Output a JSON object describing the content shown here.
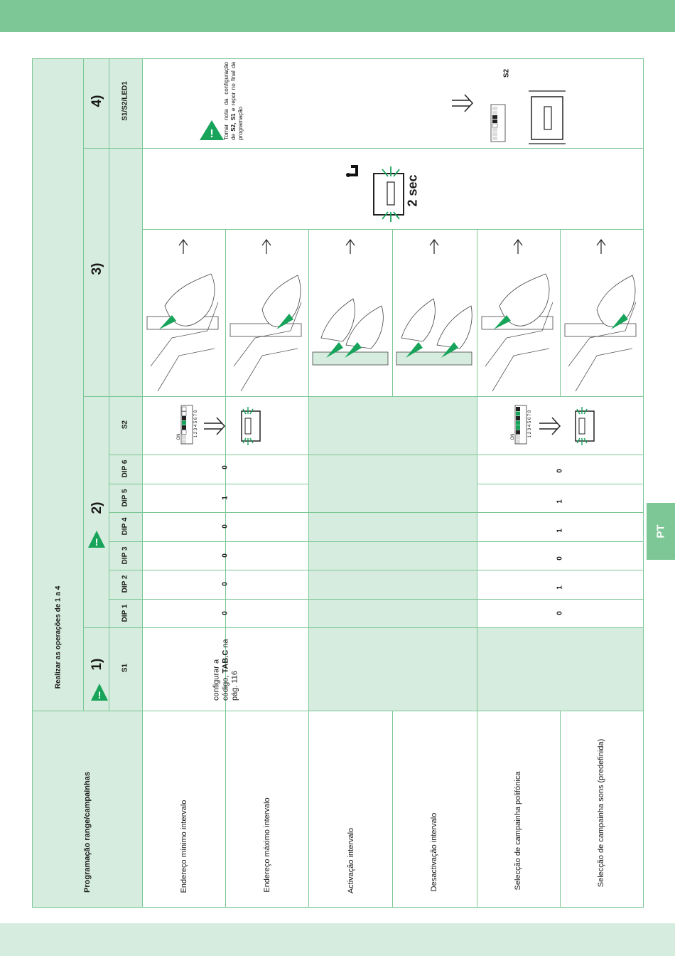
{
  "page": {
    "tab_label": "PT",
    "title": "Programação range/campainhas",
    "instruction": "Realizar as operações de 1 a 4"
  },
  "steps": {
    "step1": {
      "label": "1)",
      "column": "S1",
      "text_prefix": "configurar a código, ",
      "text_bold": "TAB.C",
      "text_suffix": " na pág. 116"
    },
    "step2": {
      "label": "2)",
      "dip_headers": [
        "DIP 1",
        "DIP 2",
        "DIP 3",
        "DIP 4",
        "DIP 5",
        "DIP 6"
      ],
      "s2": "S2"
    },
    "step3": {
      "label": "3)",
      "hold_time": "2 sec"
    },
    "step4": {
      "label": "4)",
      "column": "S1/S2/LED1",
      "note_parts": [
        "Tomar nota da configuração de ",
        "S2, S1",
        " e repor no final da programação"
      ],
      "s2": "S2"
    }
  },
  "rows": [
    {
      "label": "Endereço mínimo intervalo",
      "dips": [
        "0",
        "0",
        "0",
        "0",
        "1",
        "0"
      ]
    },
    {
      "label": "Endereço máximo intervalo",
      "dips": []
    },
    {
      "label": "Activação intervalo",
      "dips": []
    },
    {
      "label": "Desactivação intervalo",
      "dips": []
    },
    {
      "label": "Selecção de campainha polifónica",
      "dips": [
        "0",
        "1",
        "0",
        "1",
        "1",
        "0"
      ]
    },
    {
      "label": "Selecção de campainha sons (predefinida)",
      "dips": []
    }
  ],
  "dip_switch": {
    "on_label": "ON",
    "numbers": "1 2 3 4 5 6 7 8"
  },
  "colors": {
    "accent": "#7cc795",
    "panel": "#d6ecde",
    "arrow": "#17a45a"
  }
}
